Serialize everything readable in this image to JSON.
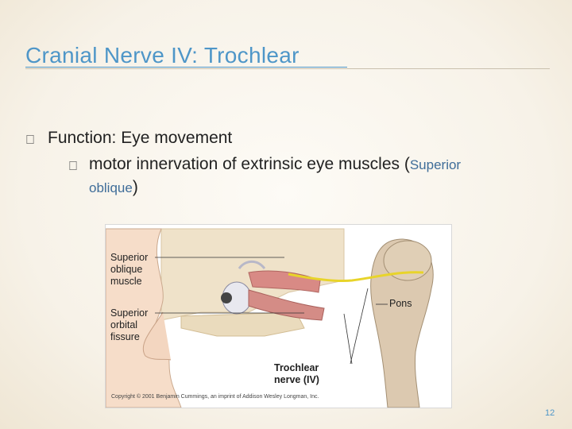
{
  "slide": {
    "title": "Cranial Nerve IV: Trochlear",
    "bullet_symbol": "",
    "level1_text": "Function: Eye movement",
    "level2_text_a": "motor innervation of extrinsic eye muscles (",
    "level2_text_b": "Superior",
    "level2_text_c": "oblique",
    "level2_text_d": ")",
    "page_number": "12",
    "colors": {
      "title": "#4e96c8",
      "body_text": "#222222",
      "background": "#f7f2e8"
    }
  },
  "figure": {
    "label_superior_oblique": [
      "Superior",
      "oblique",
      "muscle"
    ],
    "label_superior_orbital": [
      "Superior",
      "orbital",
      "fissure"
    ],
    "label_pons": "Pons",
    "label_trochlear": [
      "Trochlear",
      "nerve (IV)"
    ],
    "copyright": "Copyright © 2001 Benjamin Cummings, an imprint of Addison Wesley Longman, Inc."
  }
}
